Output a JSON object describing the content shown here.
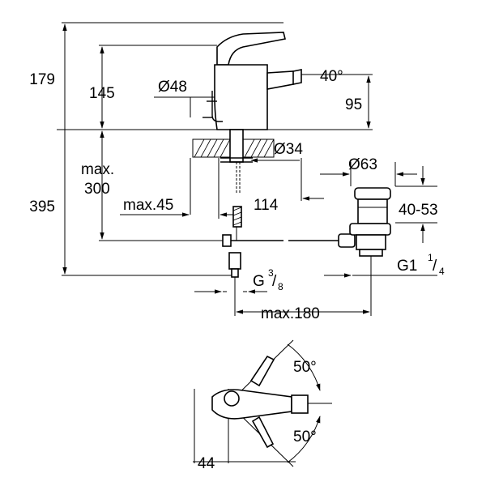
{
  "labels": {
    "h179": "179",
    "h145": "145",
    "d48": "Ø48",
    "a40": "40°",
    "h95": "95",
    "d34": "Ø34",
    "max_word": "max.",
    "max300": "300",
    "h395": "395",
    "max45": "max.45",
    "w114": "114",
    "d63": "Ø63",
    "r40_53": "40-53",
    "g_main_left": "G",
    "g_sup_left": "3",
    "g_sub_left": "8",
    "g_main_right": "G1",
    "g_sup_right": "1",
    "g_sub_right": "4",
    "max180": "max.180",
    "a50_top": "50°",
    "a50_bottom": "50°",
    "w44": "44"
  }
}
